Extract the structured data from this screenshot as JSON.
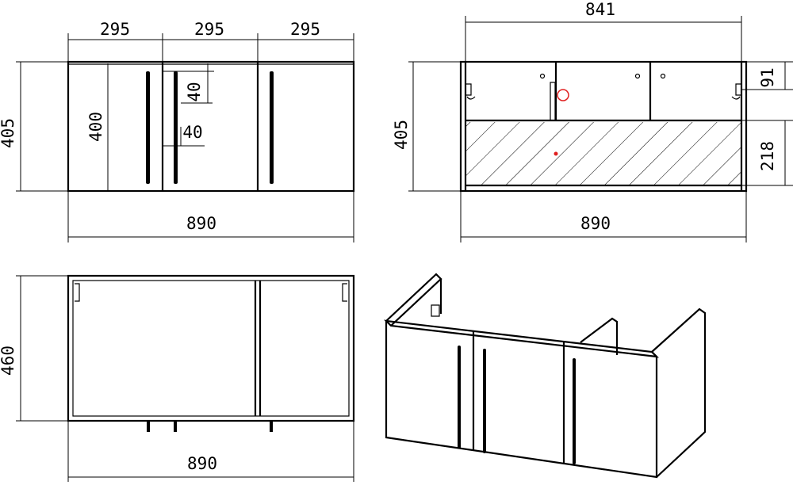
{
  "front_view": {
    "dim_top_1": "295",
    "dim_top_2": "295",
    "dim_top_3": "295",
    "dim_height_outer": "405",
    "dim_height_door": "400",
    "dim_handle_offset_a": "40",
    "dim_handle_offset_b": "40",
    "dim_width": "890"
  },
  "back_view": {
    "dim_inner_width": "841",
    "dim_height": "405",
    "dim_top_gap": "91",
    "dim_hatch_height": "218",
    "dim_width": "890"
  },
  "top_view": {
    "dim_depth": "460",
    "dim_width": "890"
  },
  "colors": {
    "line": "#000000",
    "marker": "#e02020"
  }
}
